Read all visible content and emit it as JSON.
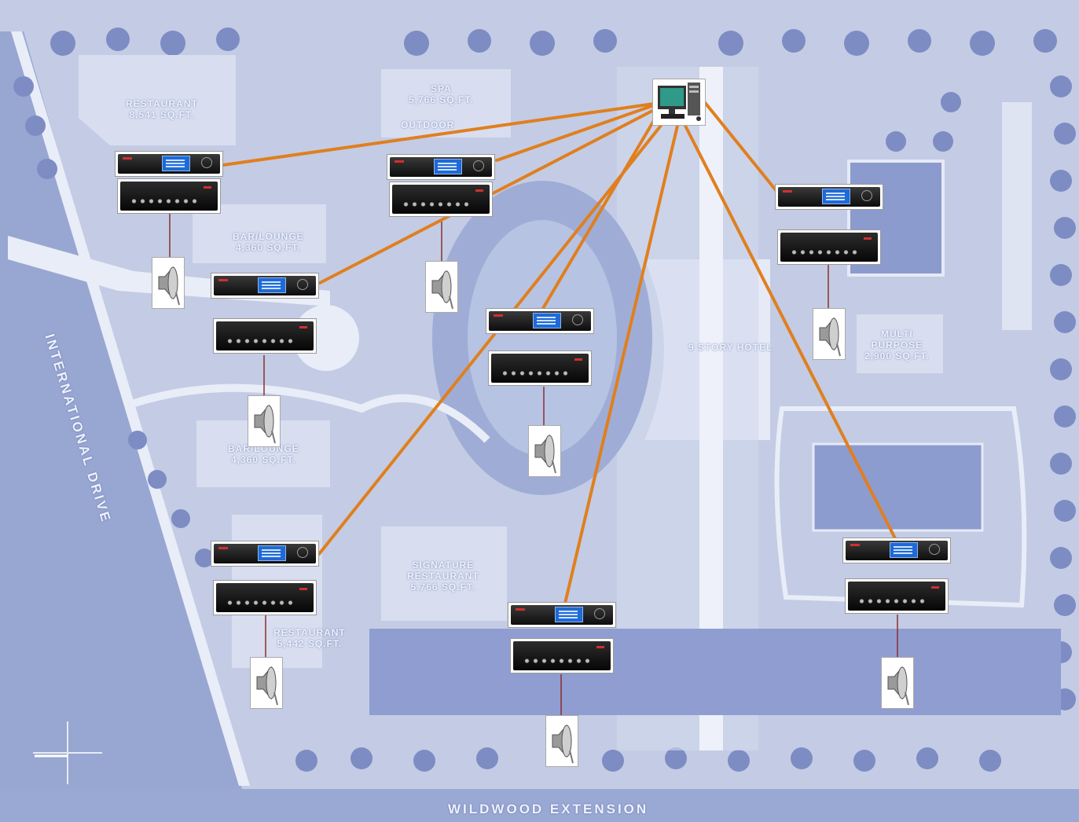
{
  "map_labels": {
    "restaurant_nw": [
      "RESTAURANT",
      "8,541 SQ.FT."
    ],
    "spa": [
      "SPA",
      "5,766 SQ.FT."
    ],
    "outdoor": [
      "OUTDOOR"
    ],
    "bar_lounge_1": [
      "BAR/LOUNGE",
      "4,360 SQ.FT."
    ],
    "bar_lounge_2": [
      "BAR/LOUNGE",
      "4,360 SQ.FT."
    ],
    "hotel": [
      "9 STORY HOTEL"
    ],
    "multi_purpose": [
      "MULTI",
      "PURPOSE",
      "2,900 SQ.FT."
    ],
    "signature_restaurant": [
      "SIGNATURE",
      "RESTAURANT",
      "5,766 SQ.FT."
    ],
    "restaurant_sw": [
      "RESTAURANT",
      "5,442 SQ.FT."
    ]
  },
  "roads": {
    "international_drive": "INTERNATIONAL DRIVE",
    "wildwood_extension": "WILDWOOD EXTENSION"
  },
  "icons": {
    "computer": "computer-icon",
    "player": "media-player-icon",
    "amplifier": "amplifier-icon",
    "speaker": "speaker-icon",
    "compass": "compass-icon"
  },
  "colors": {
    "link": "#e07f1f",
    "speaker_wire": "#8b2e2e",
    "map_base": "#c6cfe6",
    "map_dark": "#7f8ec4"
  },
  "zones": [
    {
      "id": "restaurant-nw"
    },
    {
      "id": "spa"
    },
    {
      "id": "bar-lounge-1"
    },
    {
      "id": "courtyard"
    },
    {
      "id": "pool"
    },
    {
      "id": "bar-lounge-2"
    },
    {
      "id": "signature-restaurant"
    },
    {
      "id": "tennis"
    }
  ]
}
